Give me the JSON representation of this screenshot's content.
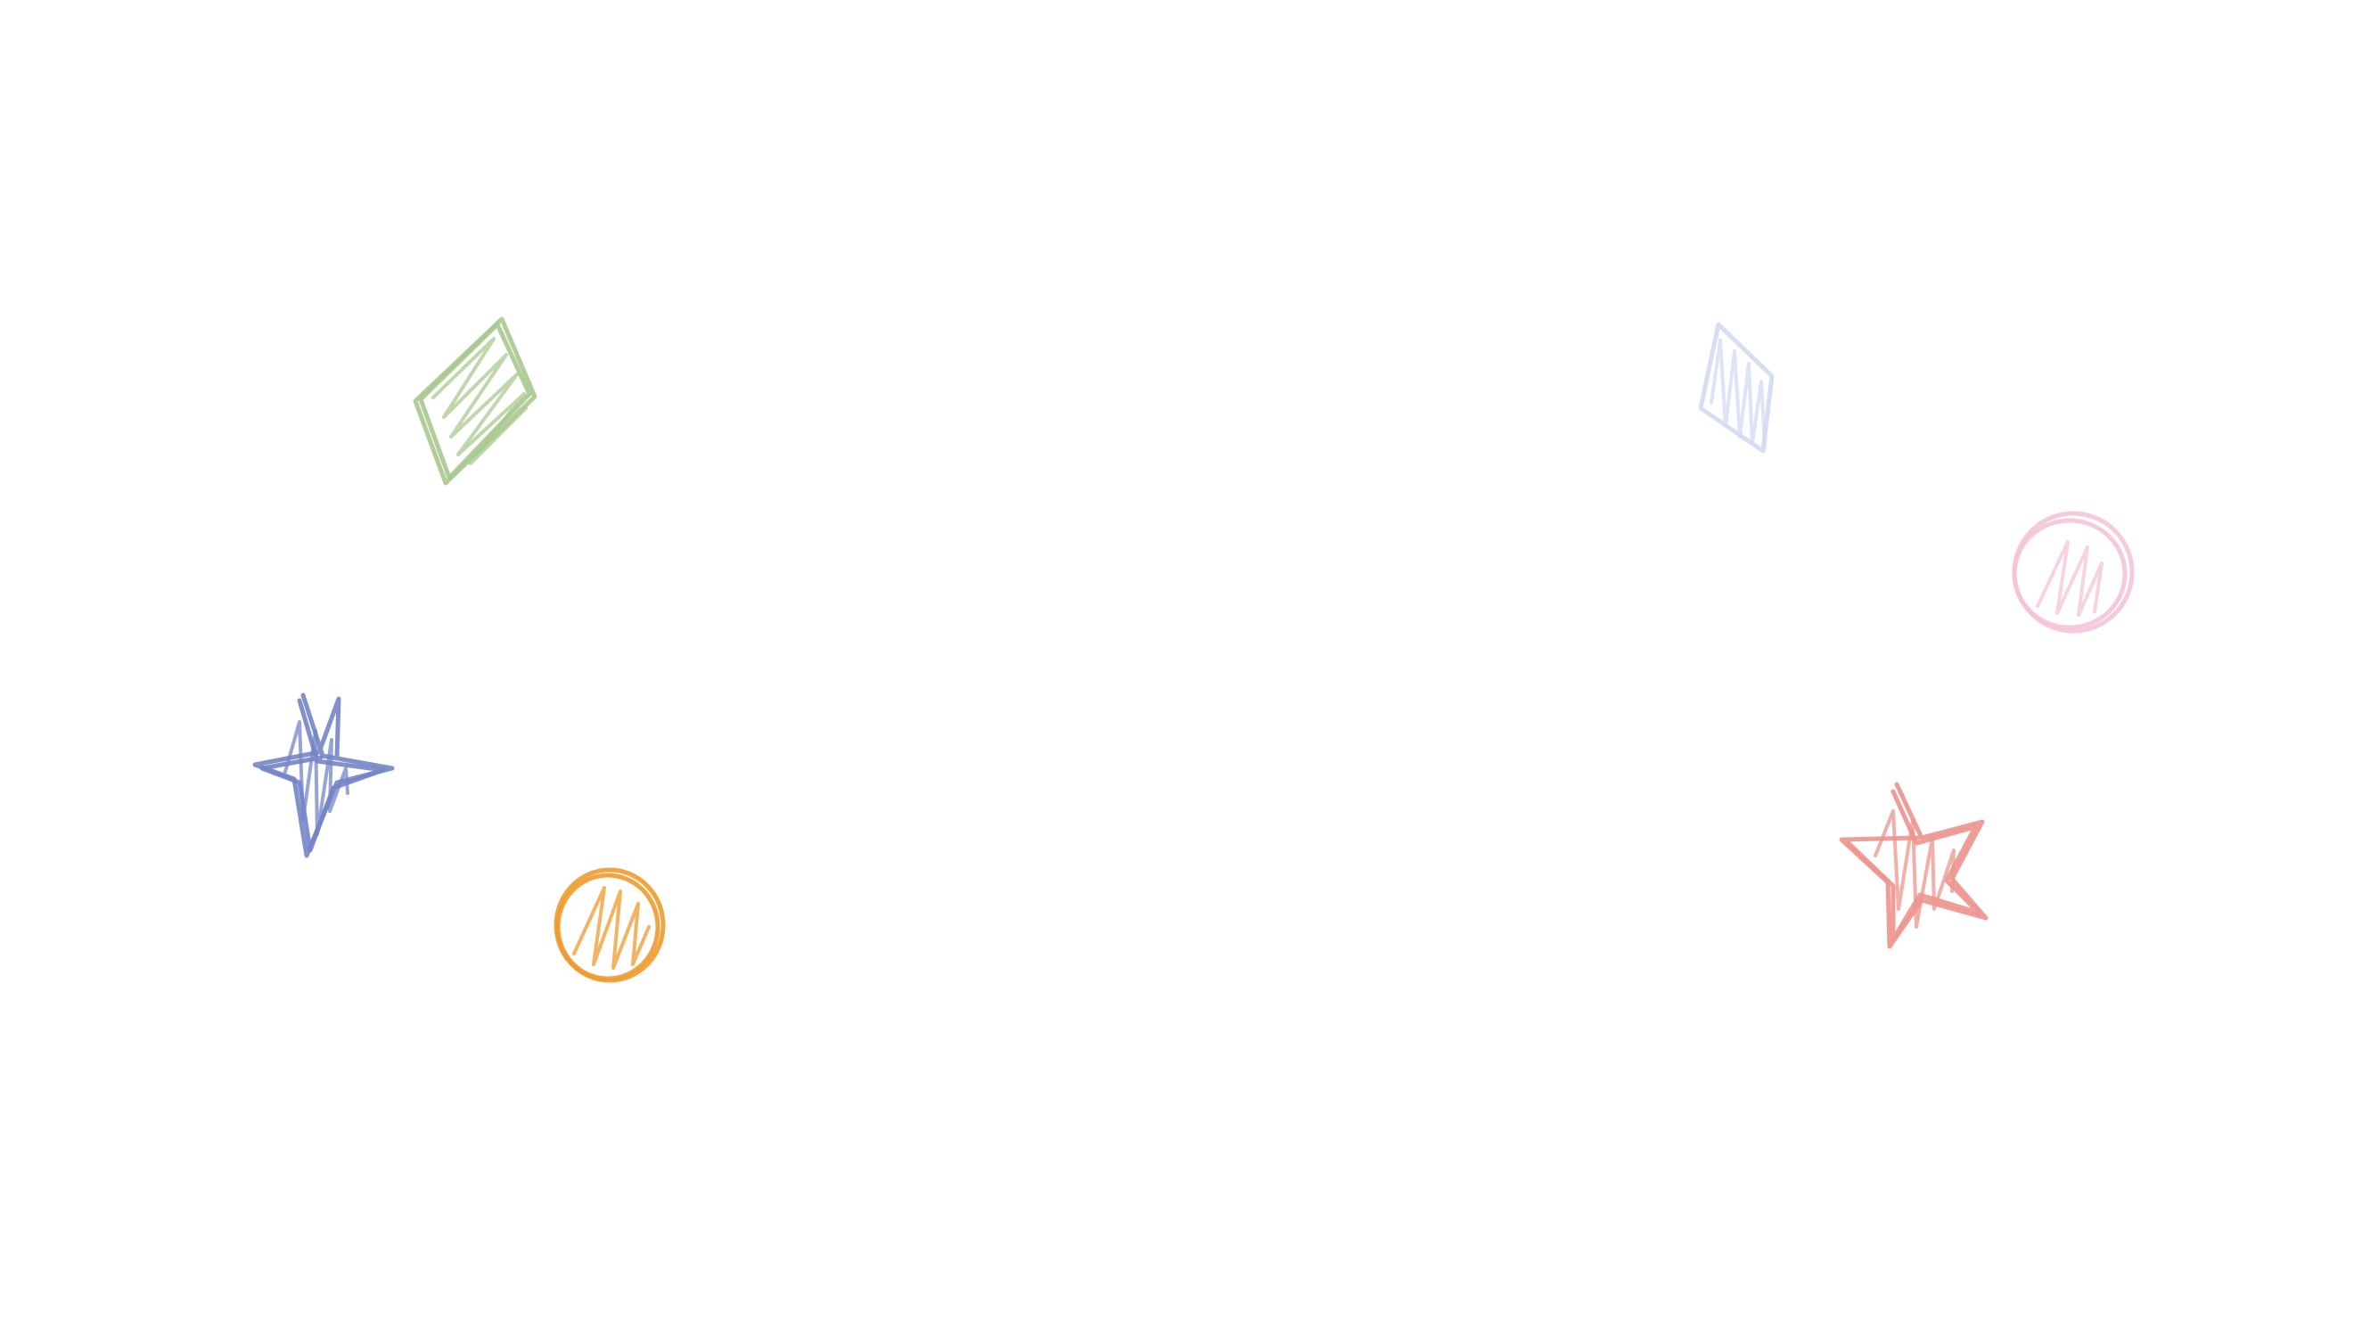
{
  "doodles": [
    {
      "name": "green-diamond-doodle",
      "shape": "diamond",
      "color": "#a9c98f"
    },
    {
      "name": "lavender-diamond-doodle",
      "shape": "diamond",
      "color": "#d3daf3"
    },
    {
      "name": "pink-circle-doodle",
      "shape": "circle",
      "color": "#f4c4d8"
    },
    {
      "name": "blue-star-doodle",
      "shape": "star",
      "color": "#7484c6"
    },
    {
      "name": "orange-circle-doodle",
      "shape": "circle",
      "color": "#f09a2e"
    },
    {
      "name": "red-star-doodle",
      "shape": "star",
      "color": "#ec948d"
    }
  ]
}
